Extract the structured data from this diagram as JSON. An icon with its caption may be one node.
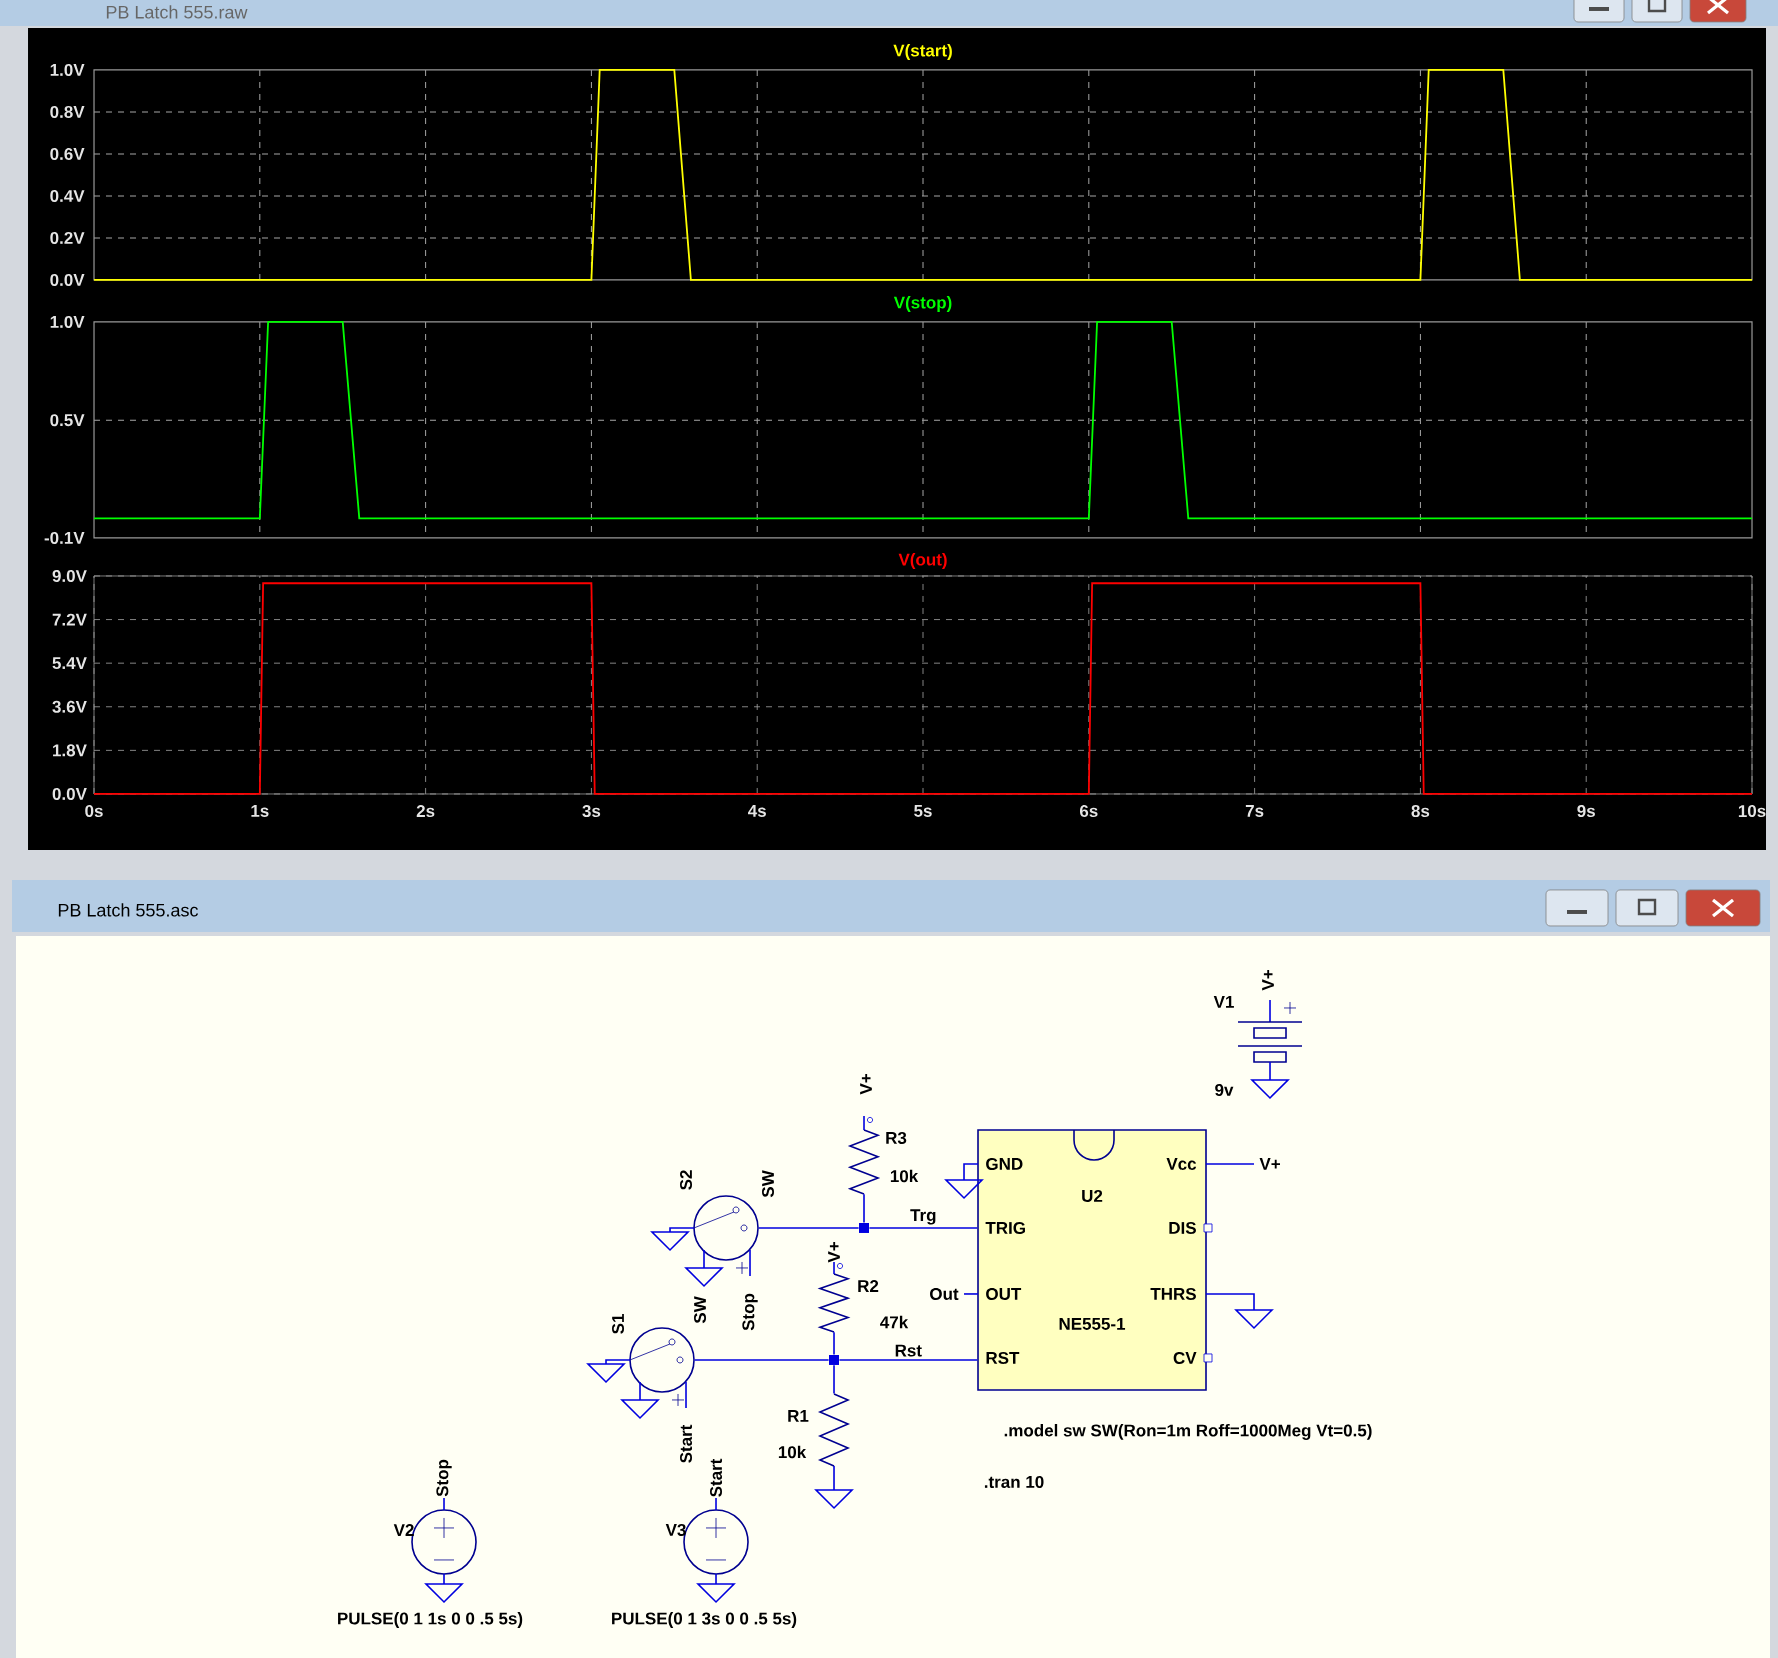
{
  "diagram": {
    "nodes": [
      {
        "text": [
          "U2",
          "NE555-1",
          "GND",
          "TRIG",
          "OUT",
          "RST",
          "Vcc",
          "DIS",
          "THRS",
          "CV"
        ]
      },
      {
        "text": [
          "R3",
          "10k"
        ]
      },
      {
        "text": [
          "R2",
          "47k"
        ]
      },
      {
        "text": [
          "R1",
          "10k"
        ]
      },
      {
        "text": [
          "S2",
          "SW"
        ]
      },
      {
        "text": [
          "S1",
          "SW"
        ]
      },
      {
        "text": [
          "V1",
          "9v"
        ]
      },
      {
        "text": [
          "V2",
          "PULSE(0 1 1s 0 0 .5 5s)"
        ]
      },
      {
        "text": [
          "V3",
          "PULSE(0 1 3s 0 0 .5 5s)"
        ]
      },
      {
        "text": [],
        "shape": "dot"
      },
      {
        "text": [],
        "shape": "dot"
      }
    ],
    "edges": [
      {
        "from": 4,
        "to": 9,
        "arrow": "none"
      },
      {
        "from": 1,
        "to": 9,
        "arrow": "none"
      },
      {
        "from": 9,
        "to": 0,
        "arrow": "none",
        "label": "Trg"
      },
      {
        "from": 5,
        "to": 10,
        "arrow": "none"
      },
      {
        "from": 2,
        "to": 10,
        "arrow": "none"
      },
      {
        "from": 10,
        "to": 3,
        "arrow": "none"
      },
      {
        "from": 10,
        "to": 0,
        "arrow": "none",
        "label": "Rst"
      }
    ],
    "labels": [
      "PB Latch 555.raw",
      "V(start)",
      "1.0V",
      "0.8V",
      "0.6V",
      "0.4V",
      "0.2V",
      "0.0V",
      "V(stop)",
      "1.0V",
      "0.5V",
      "-0.1V",
      "PB Latch 555.asc",
      "V+",
      "V+",
      "V+",
      "V+",
      "Out",
      "Stop",
      "Start",
      ".model sw SW(Ron=1m Roff=1000Meg Vt=0.5)",
      ".tran 10",
      "Stop",
      "Start"
    ],
    "chart_data": {
      "type": "line",
      "x": [
        0,
        1,
        1.02,
        3,
        3.02,
        6,
        6.02,
        8,
        8.02,
        10
      ],
      "xlim": [
        0,
        10
      ],
      "ylim": [
        0,
        9
      ],
      "grid": true,
      "xticks": [
        {
          "value": 0,
          "label": "0s"
        },
        {
          "value": 1,
          "label": "1s"
        },
        {
          "value": 2,
          "label": "2s"
        },
        {
          "value": 3,
          "label": "3s"
        },
        {
          "value": 4,
          "label": "4s"
        },
        {
          "value": 5,
          "label": "5s"
        },
        {
          "value": 6,
          "label": "6s"
        },
        {
          "value": 7,
          "label": "7s"
        },
        {
          "value": 8,
          "label": "8s"
        },
        {
          "value": 9,
          "label": "9s"
        },
        {
          "value": 10,
          "label": "10s"
        }
      ],
      "yticks": [
        {
          "value": 0,
          "label": "0.0V"
        },
        {
          "value": 1.8,
          "label": "1.8V"
        },
        {
          "value": 3.6,
          "label": "3.6V"
        },
        {
          "value": 5.4,
          "label": "5.4V"
        },
        {
          "value": 7.2,
          "label": "7.2V"
        },
        {
          "value": 9,
          "label": "9.0V"
        }
      ],
      "series": [
        {
          "name": "V(out)",
          "color": "#ff0000",
          "values": [
            0,
            0,
            8.7,
            8.7,
            0,
            0,
            8.7,
            8.7,
            0,
            0
          ]
        }
      ]
    }
  }
}
